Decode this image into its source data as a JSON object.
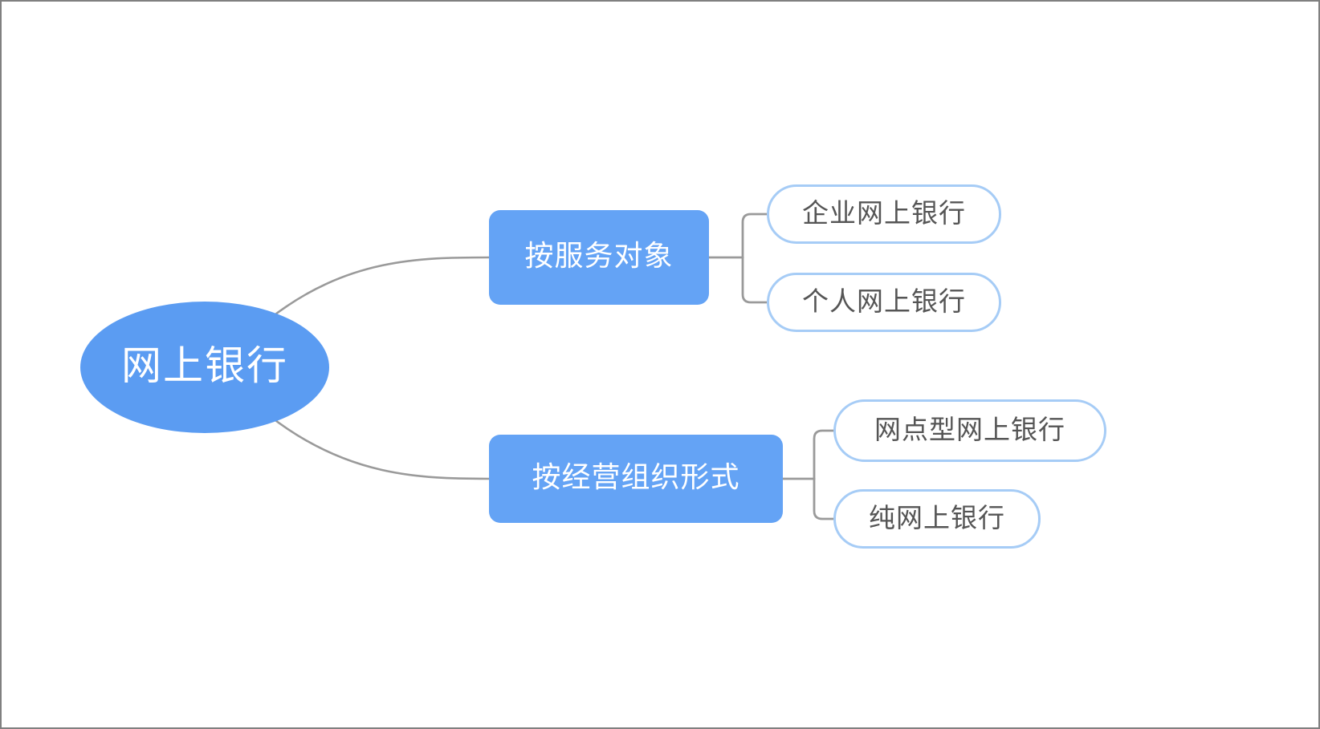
{
  "diagram": {
    "type": "mind-map",
    "title": "网上银行",
    "background_color": "#ffffff",
    "frame_border_color": "#808080",
    "edge_color": "#9a9a9a",
    "root_fill": "#5B9CF2",
    "branch_fill": "#64A3F5",
    "leaf_border": "#A6CCF6",
    "leaf_fill": "#ffffff",
    "node_text_light": "#ffffff",
    "leaf_text_color": "#555555"
  },
  "root": {
    "label": "网上银行"
  },
  "branches": [
    {
      "label": "按服务对象",
      "children": [
        {
          "label": "企业网上银行"
        },
        {
          "label": "个人网上银行"
        }
      ]
    },
    {
      "label": "按经营组织形式",
      "children": [
        {
          "label": "网点型网上银行"
        },
        {
          "label": "纯网上银行"
        }
      ]
    }
  ]
}
